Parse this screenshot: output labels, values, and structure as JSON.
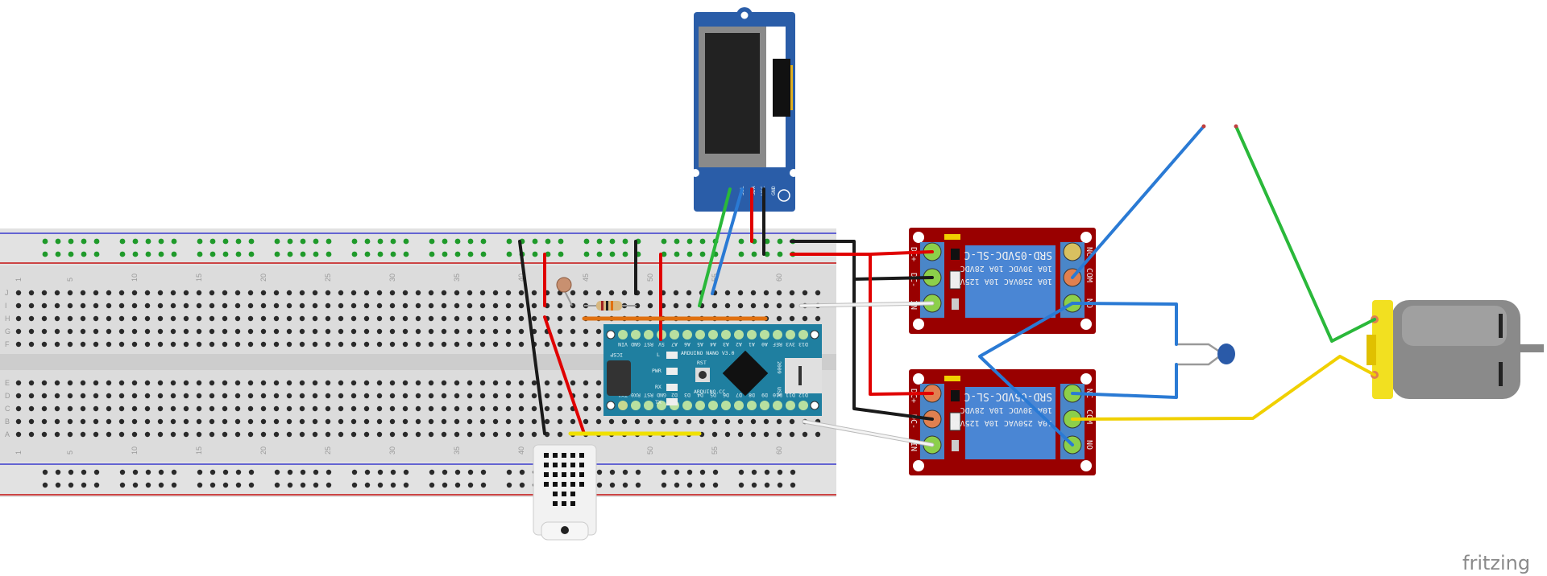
{
  "colors": {
    "breadboard": "#dcdcdc",
    "rail_blue": "#3a3acc",
    "rail_red": "#cc4444",
    "relay_board": "#990000",
    "relay_body": "#4a86d4",
    "arduino": "#1f7fa0",
    "oled_board": "#2a5da8",
    "wire_red": "#e00000",
    "wire_black": "#1a1a1a",
    "wire_blue": "#2a7ad4",
    "wire_green": "#2ab83a",
    "wire_yellow": "#f0d000",
    "wire_orange": "#e07010",
    "wire_white": "#f4f4f4"
  },
  "breadboard": {
    "row_letters_top": [
      "J",
      "I",
      "H",
      "G",
      "F"
    ],
    "row_letters_bottom": [
      "E",
      "D",
      "C",
      "B",
      "A"
    ],
    "column_numbers": [
      "1",
      "5",
      "10",
      "15",
      "20",
      "25",
      "30",
      "35",
      "40",
      "45",
      "50",
      "55",
      "60"
    ]
  },
  "oled": {
    "pins": [
      "SCL",
      "SDA",
      "VCC",
      "GND"
    ]
  },
  "arduino": {
    "top_pins": [
      "VIN",
      "GND",
      "RST",
      "5V",
      "A7",
      "A6",
      "A5",
      "A4",
      "A3",
      "A2",
      "A1",
      "A0",
      "REF",
      "3V3",
      "D13"
    ],
    "bottom_pins": [
      "TX1",
      "RX0",
      "RST",
      "GND",
      "D2",
      "D3",
      "D4",
      "D5",
      "D6",
      "D7",
      "D8",
      "D9",
      "D10",
      "D11",
      "D12"
    ],
    "name": "ARDUINO NANO V3.0",
    "site": "ARDUINO.CC",
    "icsp": "ICSP",
    "year": "2009",
    "country": "USA",
    "reset": "RST",
    "leds": [
      "L",
      "PWR",
      "RX",
      "TX"
    ]
  },
  "relays": [
    {
      "model": "SRD-05VDC-SL-C",
      "rating1": "10A 30VDC 10A 28VDC",
      "rating2": "10A 250VAC 10A 125VAC",
      "left_pins": [
        "DC+",
        "DC-",
        "IN"
      ],
      "right_pins": [
        "NC",
        "COM",
        "NO"
      ]
    },
    {
      "model": "SRD-05VDC-SL-C",
      "rating1": "10A 30VDC 10A 28VDC",
      "rating2": "10A 250VAC 10A 125VAC",
      "left_pins": [
        "DC+",
        "DC-",
        "IN"
      ],
      "right_pins": [
        "NC",
        "COM",
        "NO"
      ]
    }
  ],
  "logo": "fritzing"
}
